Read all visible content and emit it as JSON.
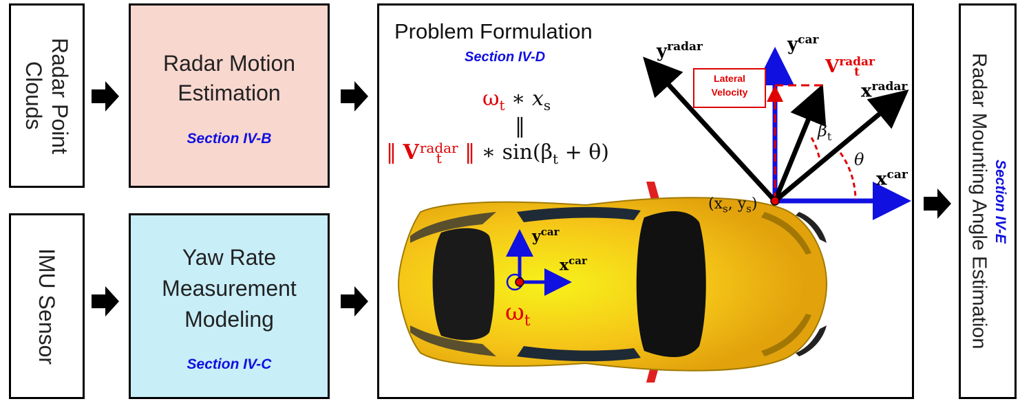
{
  "left_inputs": {
    "radar_label": "Radar Point Clouds",
    "imu_label": "IMU Sensor"
  },
  "blocks": {
    "radar_motion": {
      "title_line1": "Radar Motion",
      "title_line2": "Estimation",
      "section": "Section IV-B",
      "fill": "#f8d7cf"
    },
    "yaw_rate": {
      "title_line1": "Yaw Rate",
      "title_line2": "Measurement",
      "title_line3": "Modeling",
      "section": "Section IV-C",
      "fill": "#c8eef8"
    }
  },
  "problem": {
    "title": "Problem Formulation",
    "section": "Section IV-D",
    "eq_omega": "ω",
    "eq_t": "t",
    "eq_times": " ∗ ",
    "eq_x": "x",
    "eq_s": "s",
    "eq_equal": "‖",
    "eq_norm": "‖",
    "eq_V": "V",
    "eq_V_sub": "t",
    "eq_V_sup": "radar",
    "eq_norm2": "‖",
    "eq_rest": " ∗ sin(β",
    "eq_rest_sub": "t",
    "eq_rest_end": " + θ)",
    "lateral_line1": "Lateral",
    "lateral_line2": "Velocity",
    "lbl_y": "y",
    "lbl_x": "x",
    "sup_radar": "radar",
    "sup_car": "car",
    "lbl_V": "V",
    "lbl_V_sub": "t",
    "lbl_beta": "β",
    "lbl_beta_sub": "t",
    "lbl_theta": "θ",
    "lbl_point": "(x",
    "lbl_point_s": "s",
    "lbl_point_mid": ", y",
    "lbl_point_end": ")",
    "car_omega": "ω",
    "car_omega_sub": "t"
  },
  "output": {
    "title": "Radar Mounting Angle Estimation",
    "section": "Section IV-E"
  },
  "colors": {
    "red": "#e00000",
    "blue": "#1010e0",
    "black": "#000000",
    "car_yellow": "#f5c518"
  }
}
